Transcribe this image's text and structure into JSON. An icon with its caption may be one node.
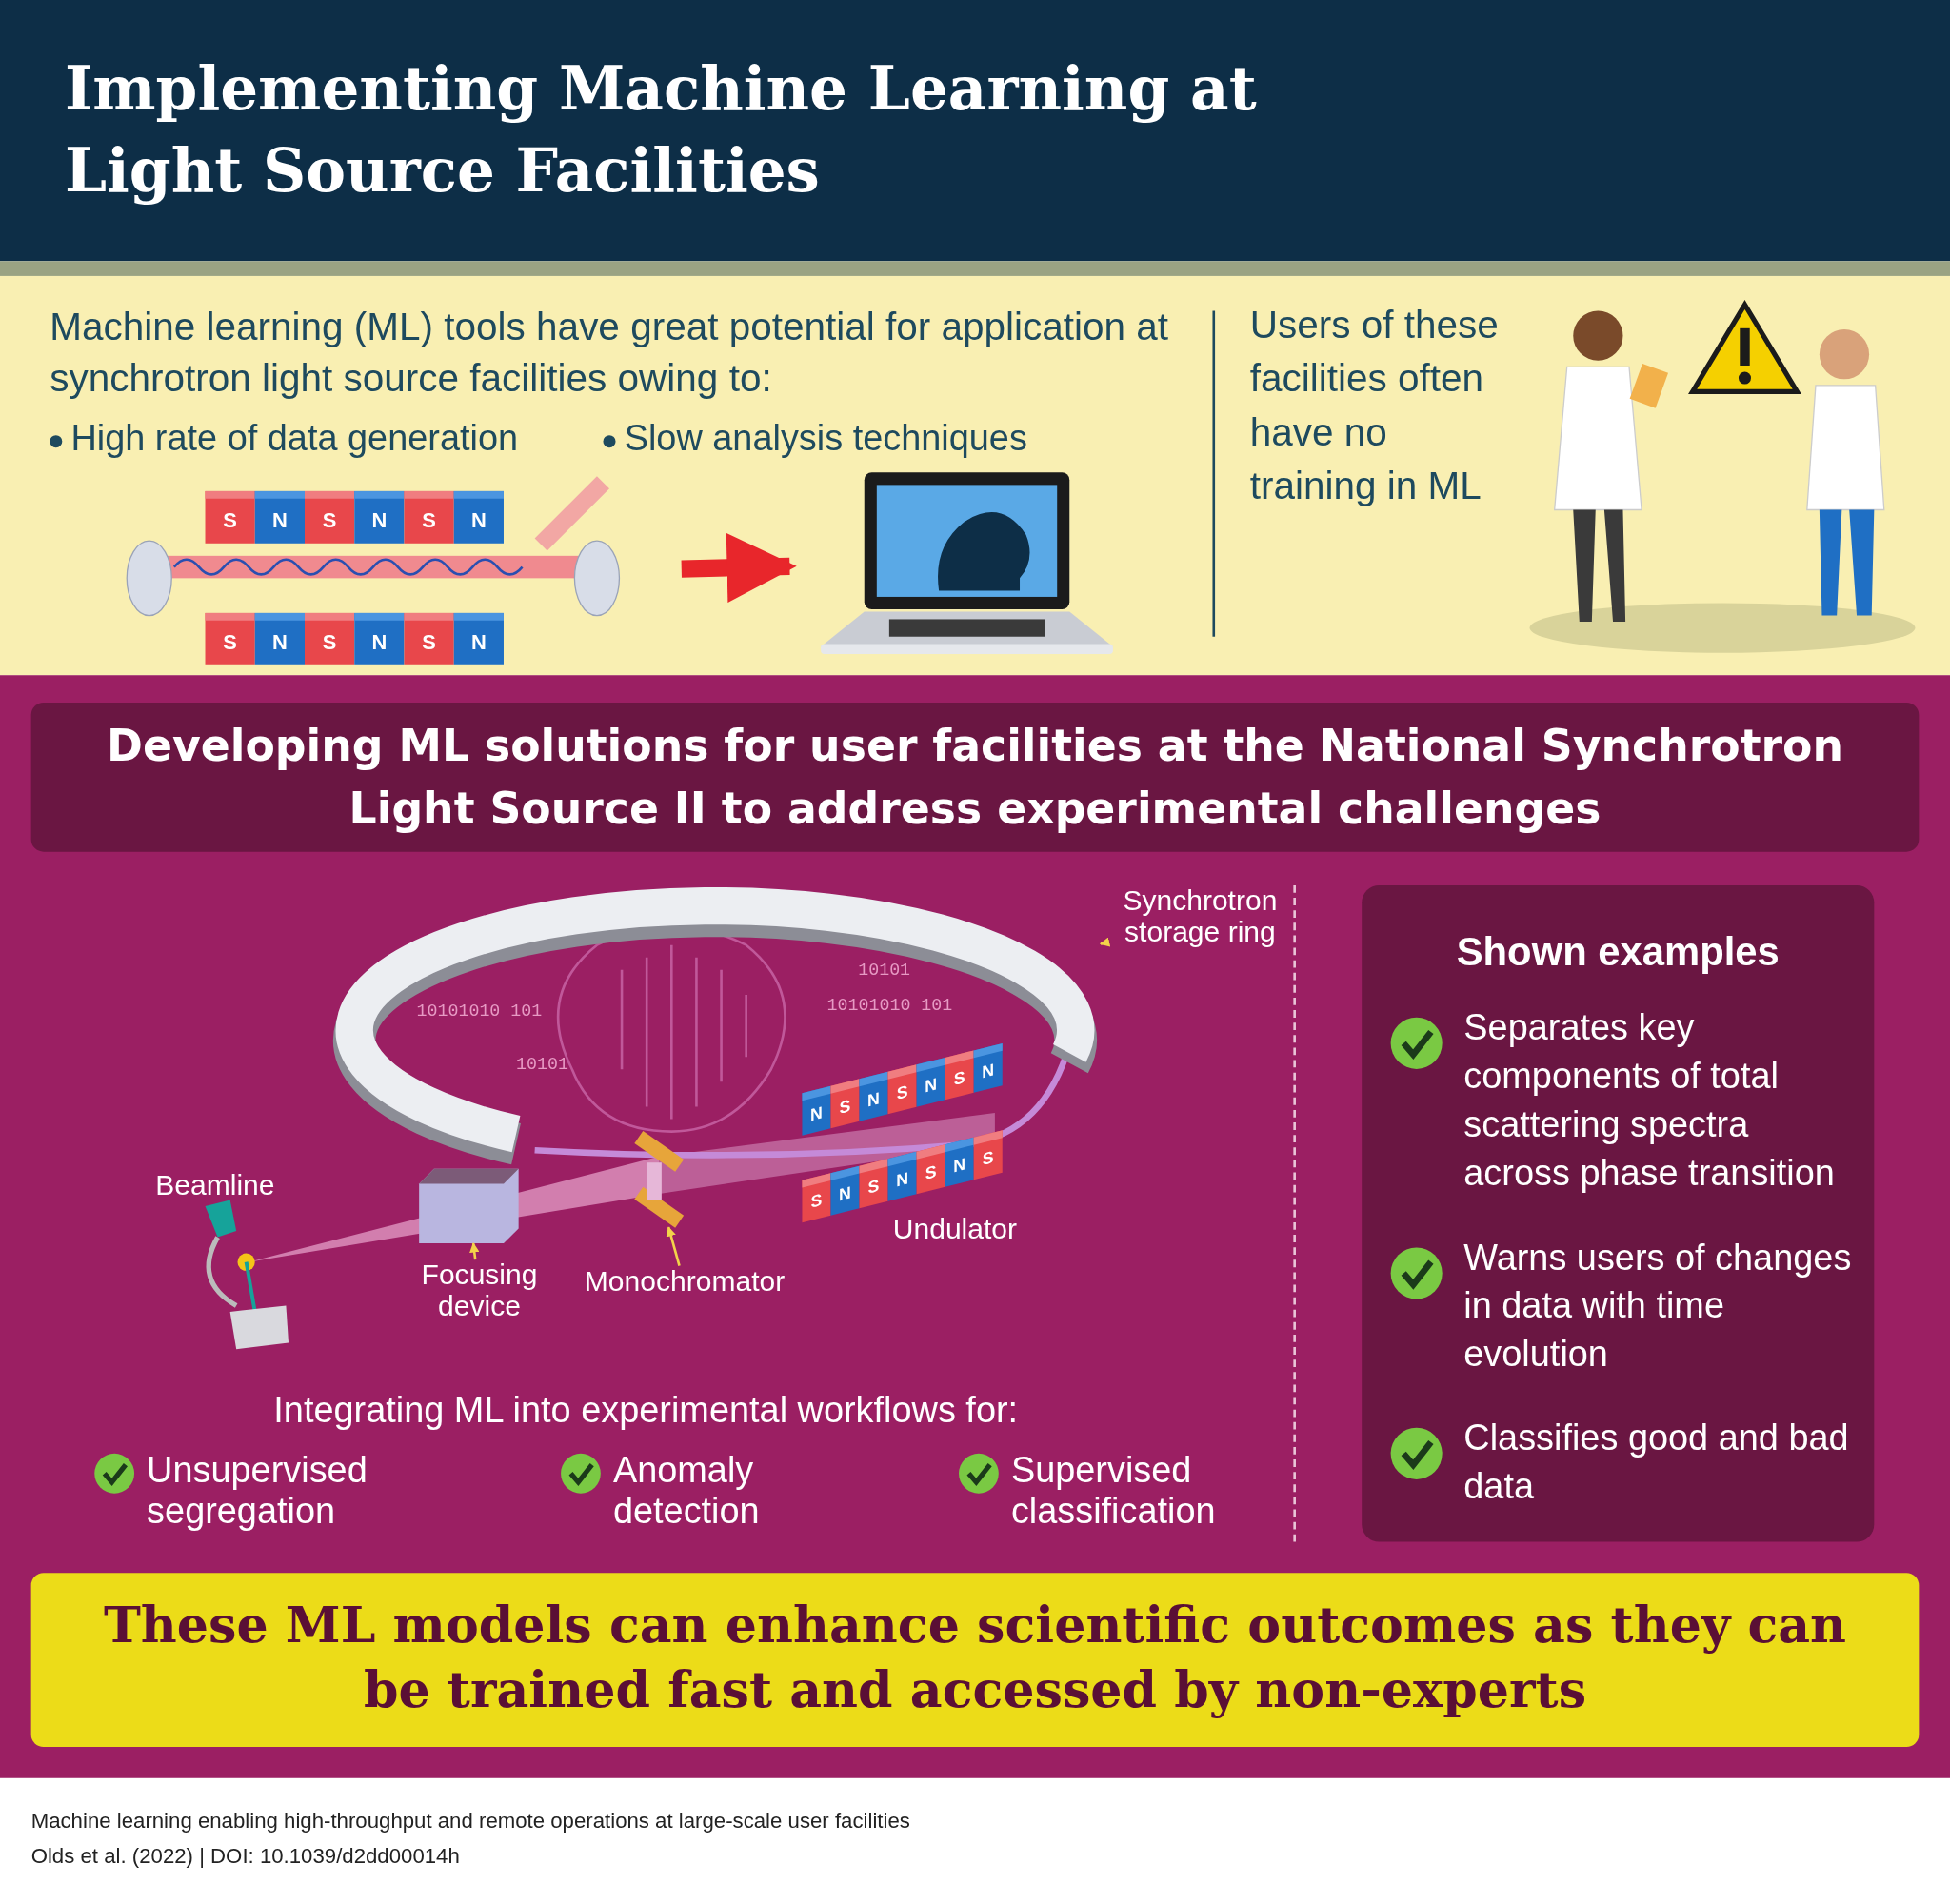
{
  "diagram": {
    "title": "Implementing Machine Learning at Light Source Facilities",
    "nodes": [
      {
        "text": [
          "Machine learning (ML) tools have great potential for application at synchrotron light source facilities owing to:",
          "High rate of data generation",
          "Slow analysis techniques"
        ]
      },
      {
        "text": [],
        "shape": "picture"
      },
      {
        "text": [],
        "shape": "picture"
      },
      {
        "text": [
          "Users of these facilities often have no training in ML"
        ]
      },
      {
        "text": [
          "Developing ML solutions for user facilities at the National Synchrotron Light Source II to address experimental challenges"
        ]
      },
      {
        "text": [
          "Shown examples",
          "Separates key components of total scattering spectra across phase transition",
          "Warns users of changes in data with time evolution",
          "Classifies good and bad data"
        ]
      },
      {
        "text": [
          "These ML models can enhance scientific outcomes as they can be trained fast and accessed by non-experts"
        ]
      },
      {
        "text": [
          "Synchrotron storage ring"
        ]
      },
      {
        "text": [],
        "shape": "picture"
      },
      {
        "text": [
          "Focusing device"
        ]
      },
      {
        "text": [],
        "shape": "box"
      },
      {
        "text": [
          "Monochromator"
        ]
      },
      {
        "text": [],
        "shape": "picture"
      }
    ],
    "edges": [
      {
        "from": 1,
        "to": 2,
        "arrow": "to",
        "style": "thick",
        "color": "#e8262b"
      },
      {
        "from": 7,
        "to": 8,
        "arrow": "to"
      },
      {
        "from": 9,
        "to": 10,
        "arrow": "to"
      },
      {
        "from": 11,
        "to": 12,
        "arrow": "to"
      }
    ],
    "labels": [
      "S",
      "N",
      "S",
      "N",
      "S",
      "N",
      "S",
      "N",
      "S",
      "N",
      "S",
      "N",
      "10101",
      "10101010 101",
      "10101010 101",
      "10101",
      "Beamline",
      "N",
      "S",
      "N",
      "S",
      "N",
      "S",
      "N",
      "S",
      "N",
      "S",
      "N",
      "S",
      "N",
      "S",
      "Undulator",
      "Integrating ML into experimental workflows for:",
      "Unsupervised segregation",
      "Anomaly detection",
      "Supervised classification",
      "Machine learning enabling high-throughput and remote operations at large-scale user facilities",
      "Olds et al. (2022) | DOI: 10.1039/d2dd00014h"
    ]
  }
}
